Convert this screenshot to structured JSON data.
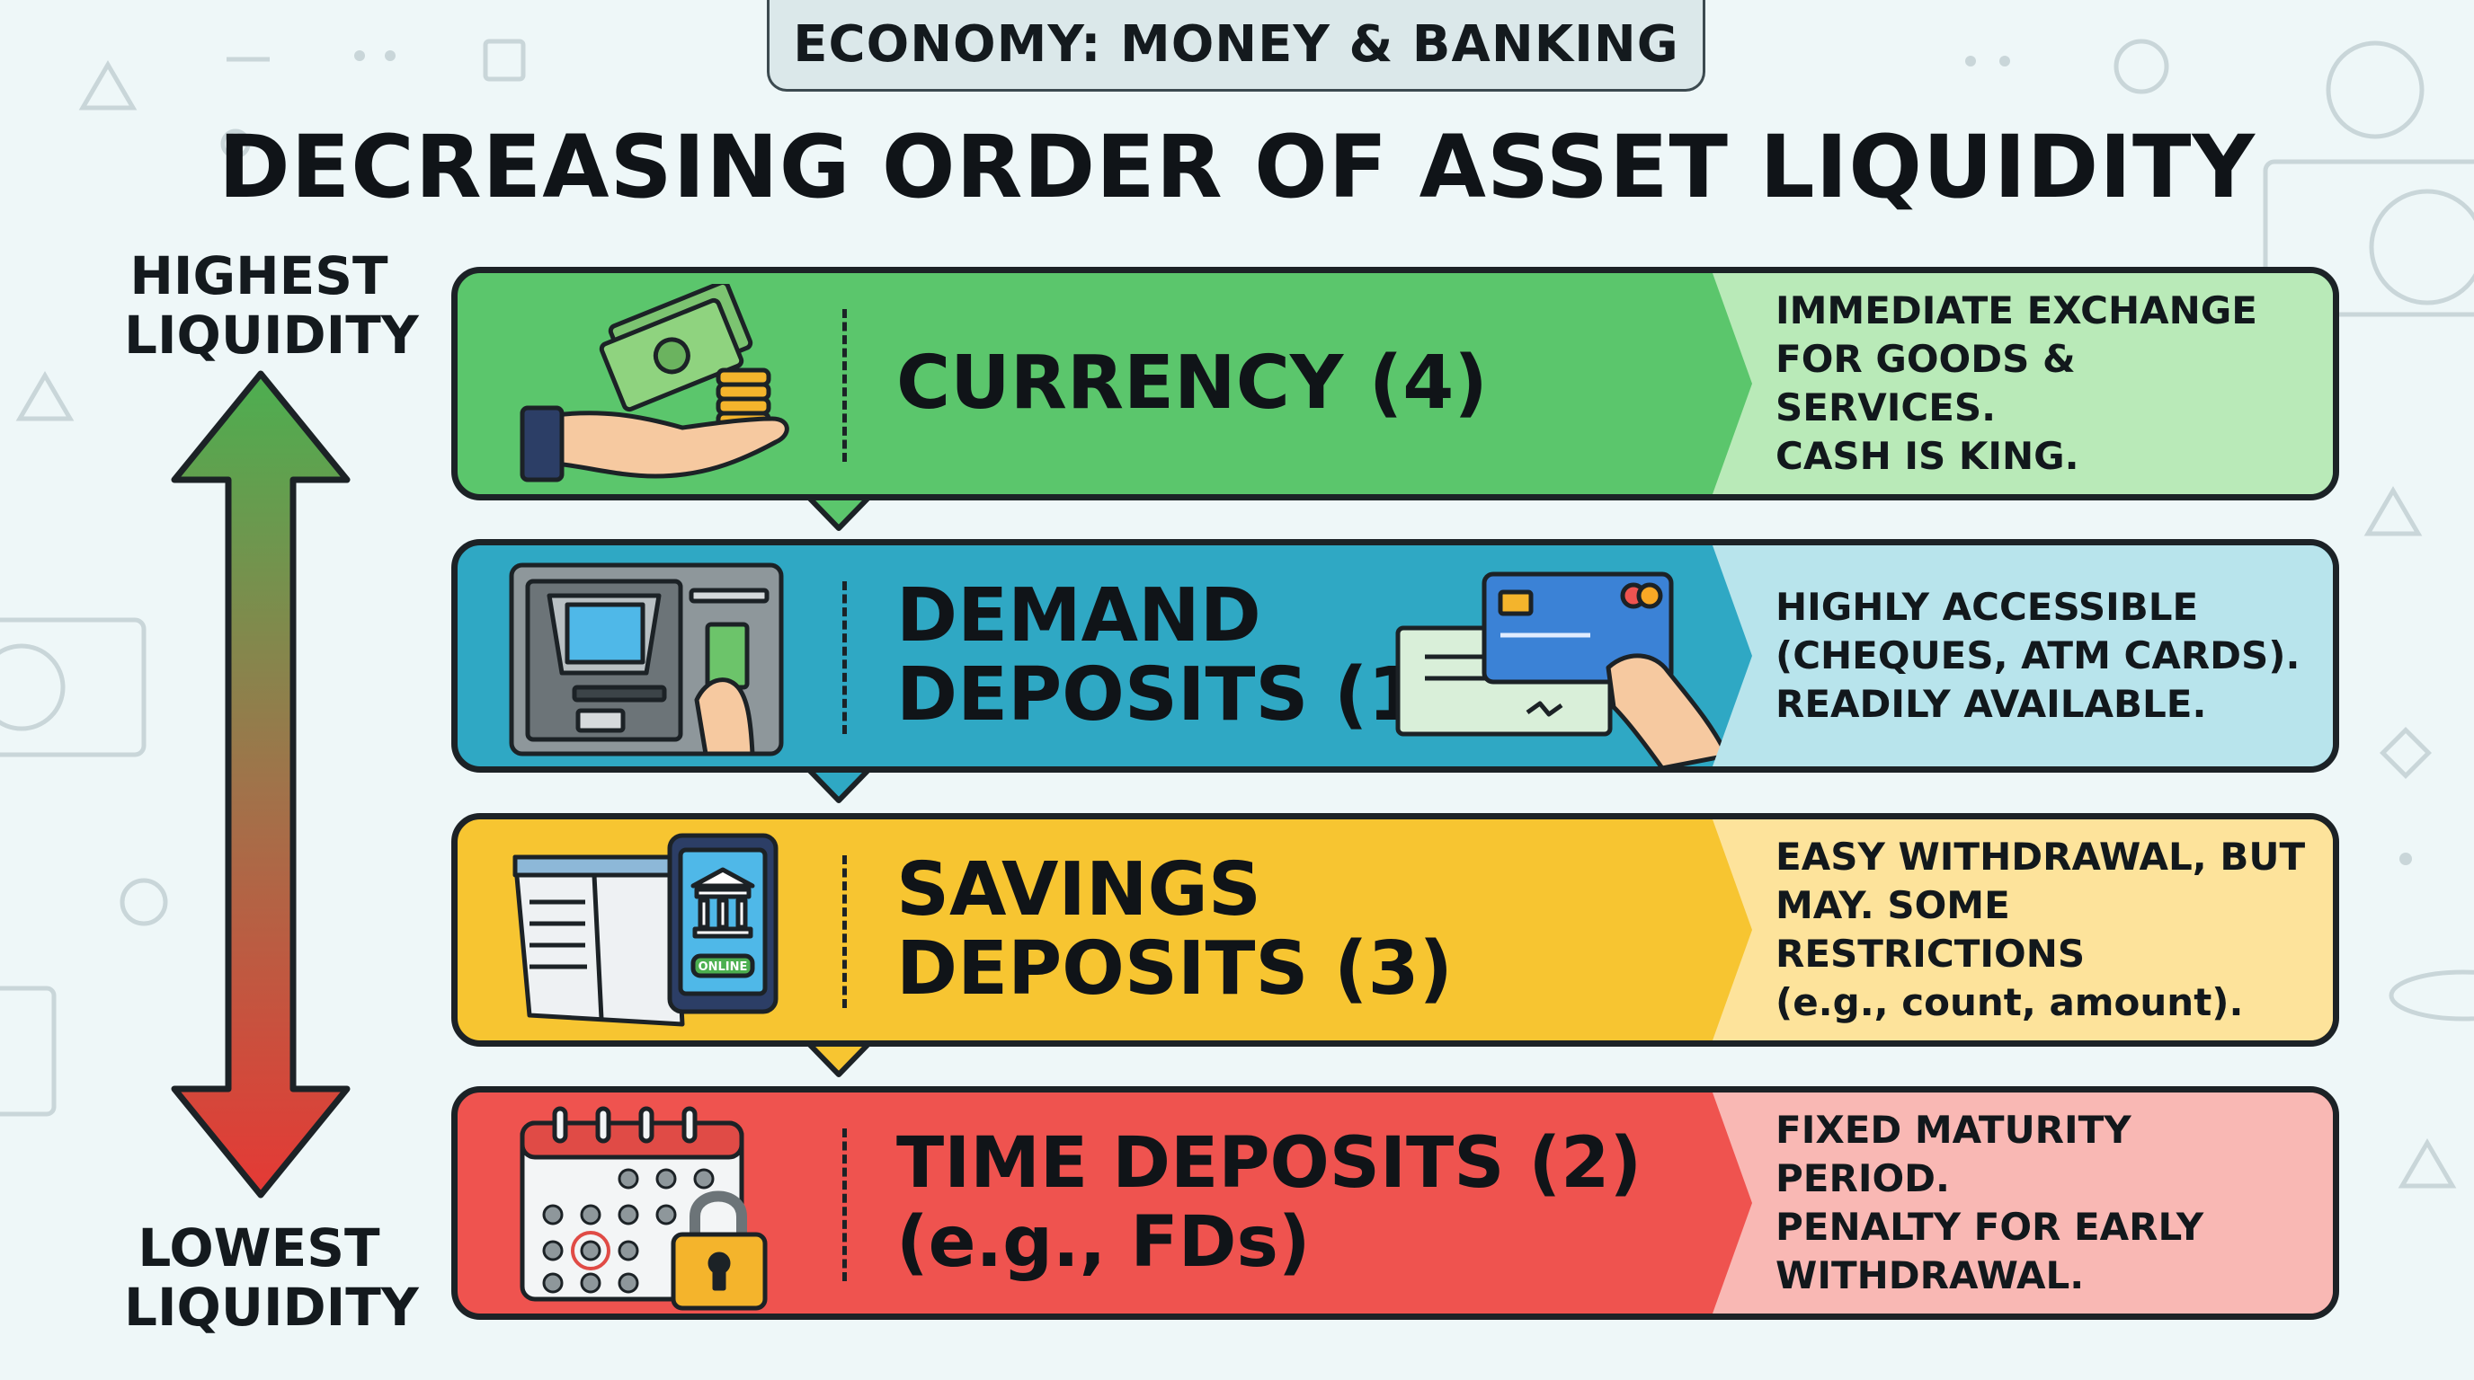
{
  "header": {
    "tag": "ECONOMY: MONEY & BANKING",
    "title": "DECREASING ORDER OF ASSET LIQUIDITY"
  },
  "scale": {
    "top_label": "HIGHEST\nLIQUIDITY",
    "bottom_label": "LOWEST\nLIQUIDITY",
    "top_color": "#4caf50",
    "bottom_color": "#e53935"
  },
  "rows": [
    {
      "title": "CURRENCY (4)",
      "description": "IMMEDIATE EXCHANGE\nFOR GOODS & SERVICES.\nCASH IS KING.",
      "color": "#5bc66c",
      "icon": "cash-in-hand-icon"
    },
    {
      "title": "DEMAND\nDEPOSITS (1)",
      "description": "HIGHLY ACCESSIBLE\n(CHEQUES, ATM CARDS).\nREADILY AVAILABLE.",
      "color": "#2fa8c4",
      "icon": "atm-icon",
      "icon2": "cheque-and-card-icon"
    },
    {
      "title": "SAVINGS\nDEPOSITS (3)",
      "description": "EASY WITHDRAWAL, BUT\nMAY. SOME RESTRICTIONS\n(e.g., count, amount).",
      "color": "#f7c531",
      "icon": "passbook-and-mobile-bank-icon",
      "icon_label": "ONLINE"
    },
    {
      "title": "TIME DEPOSITS (2)\n(e.g., FDs)",
      "description": "FIXED MATURITY PERIOD.\nPENALTY FOR EARLY\nWITHDRAWAL.",
      "color": "#ef534f",
      "icon": "calendar-lock-icon"
    }
  ]
}
